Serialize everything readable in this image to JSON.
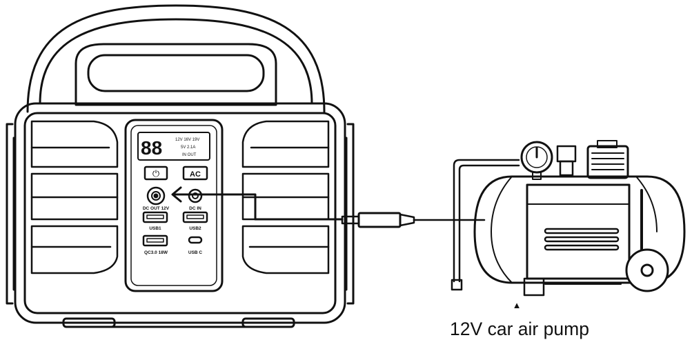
{
  "panel": {
    "lcd_digits": "88",
    "lcd_row1": "12V 16V 19V",
    "lcd_row2": "5V 2.1A",
    "lcd_row3": "IN OUT",
    "power_symbol": "⏻",
    "ac_label": "AC",
    "dc_out_label": "DC OUT 12V",
    "dc_in_label": "DC IN",
    "usb1_label": "USB1",
    "usb2_label": "USB2",
    "qc_label": "QC3.0 18W",
    "usbc_label": "USB C"
  },
  "pump": {
    "marker": "▲",
    "caption": "12V car air pump"
  },
  "icons": {
    "power": "power-icon",
    "arrow": "arrow-left-icon",
    "gauge": "pressure-gauge-icon",
    "wheel": "wheel-icon"
  },
  "colors": {
    "line": "#111111",
    "background": "#ffffff"
  }
}
